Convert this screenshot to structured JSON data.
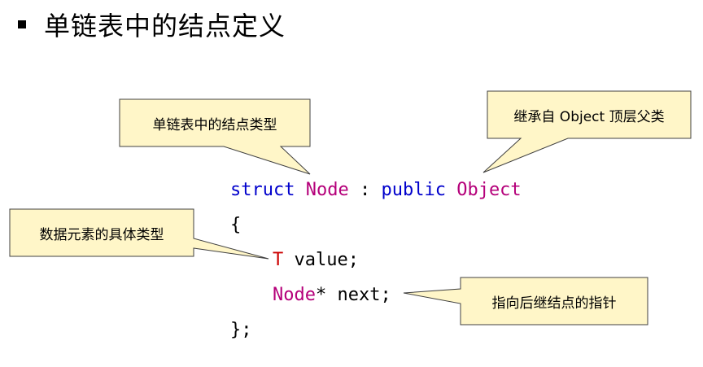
{
  "title": "单链表中的结点定义",
  "code": {
    "line1": {
      "kw_struct": "struct",
      "name": "Node",
      "colon": " : ",
      "kw_public": "public",
      "base": "Object"
    },
    "line2": "{",
    "line3": {
      "type": "T",
      "rest": " value;"
    },
    "line4": {
      "type": "Node",
      "rest": "* next;"
    },
    "line5": "};"
  },
  "callouts": {
    "node_type": "单链表中的结点类型",
    "inherit": "继承自 Object 顶层父类",
    "element_type": "数据元素的具体类型",
    "next_pointer": "指向后继结点的指针"
  },
  "colors": {
    "keyword": "#0000cc",
    "type": "#b5007a",
    "template_param": "#cc0000",
    "callout_fill": "#fff6c8",
    "callout_stroke": "#404040"
  }
}
